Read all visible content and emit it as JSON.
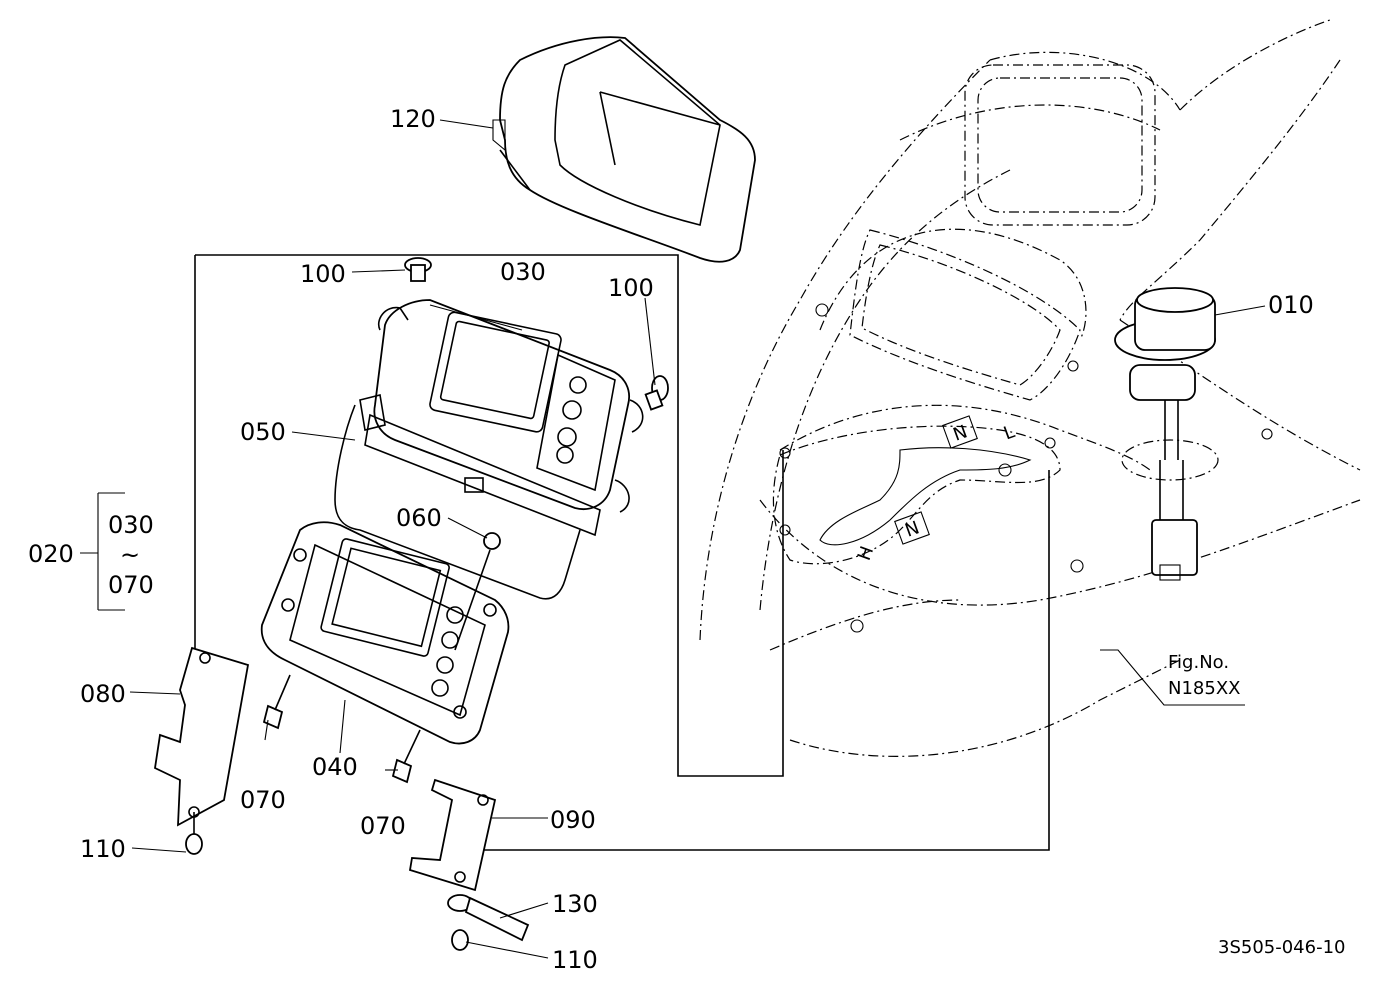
{
  "callouts": {
    "p010": "010",
    "p020": "020",
    "p030_top": "030",
    "p030_range": "030",
    "p070_range": "070",
    "range_sep": "~",
    "p040": "040",
    "p050": "050",
    "p060": "060",
    "p070_left": "070",
    "p070_right": "070",
    "p080": "080",
    "p090": "090",
    "p100_left": "100",
    "p100_right": "100",
    "p110_left": "110",
    "p110_bottom": "110",
    "p120": "120",
    "p130": "130"
  },
  "figure_ref": {
    "line1": "Fig.No.",
    "line2": "N185XX"
  },
  "drawing_code": "3S505-046-10",
  "shifter_labels": {
    "n_top": "N",
    "l": "L",
    "n_low": "N",
    "h": "H"
  }
}
